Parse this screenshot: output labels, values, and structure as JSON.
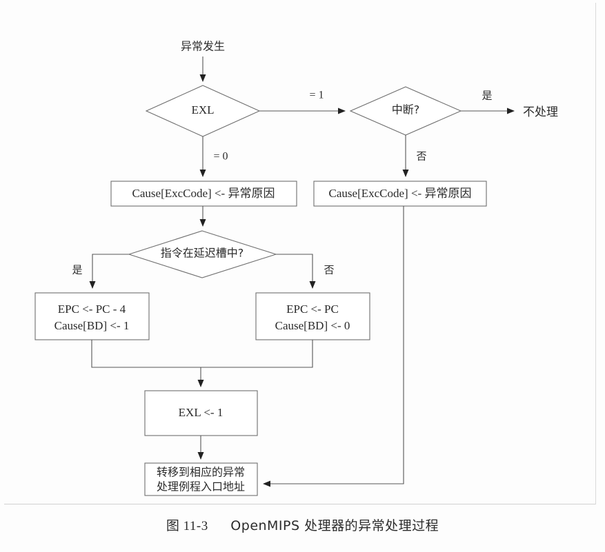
{
  "figure": {
    "caption_number": "图 11-3",
    "caption_text": "OpenMIPS 处理器的异常处理过程"
  },
  "colors": {
    "background": "#fdfdfd",
    "shape_stroke": "#6e6e6e",
    "connector_stroke": "#555555",
    "text": "#2b2b2b"
  },
  "flowchart": {
    "type": "flowchart",
    "start_label": "异常发生",
    "terminal_label": "不处理",
    "nodes": [
      {
        "id": "start",
        "kind": "label",
        "text": "异常发生"
      },
      {
        "id": "exl_check",
        "kind": "decision",
        "text": "EXL"
      },
      {
        "id": "interrupt_check",
        "kind": "decision",
        "text": "中断?"
      },
      {
        "id": "ignore",
        "kind": "terminal",
        "text": "不处理"
      },
      {
        "id": "cause_left",
        "kind": "process",
        "text": "Cause[ExcCode] <- 异常原因"
      },
      {
        "id": "cause_right",
        "kind": "process",
        "text": "Cause[ExcCode] <- 异常原因"
      },
      {
        "id": "delay_slot_check",
        "kind": "decision",
        "text": "指令在延迟槽中?"
      },
      {
        "id": "epc_minus4",
        "kind": "process",
        "line1": "EPC <- PC - 4",
        "line2": "Cause[BD] <- 1"
      },
      {
        "id": "epc_pc",
        "kind": "process",
        "line1": "EPC <- PC",
        "line2": "Cause[BD] <- 0"
      },
      {
        "id": "exl_set",
        "kind": "process",
        "text": "EXL <- 1"
      },
      {
        "id": "jump_handler",
        "kind": "process",
        "line1": "转移到相应的异常",
        "line2": "处理例程入口地址"
      }
    ],
    "edges": [
      {
        "from": "start",
        "to": "exl_check",
        "label": ""
      },
      {
        "from": "exl_check",
        "to": "interrupt_check",
        "label": "= 1"
      },
      {
        "from": "exl_check",
        "to": "cause_left",
        "label": "= 0"
      },
      {
        "from": "interrupt_check",
        "to": "ignore",
        "label": "是"
      },
      {
        "from": "interrupt_check",
        "to": "cause_right",
        "label": "否"
      },
      {
        "from": "cause_left",
        "to": "delay_slot_check",
        "label": ""
      },
      {
        "from": "delay_slot_check",
        "to": "epc_minus4",
        "label": "是"
      },
      {
        "from": "delay_slot_check",
        "to": "epc_pc",
        "label": "否"
      },
      {
        "from": "epc_minus4",
        "to": "exl_set",
        "label": ""
      },
      {
        "from": "epc_pc",
        "to": "exl_set",
        "label": ""
      },
      {
        "from": "exl_set",
        "to": "jump_handler",
        "label": ""
      },
      {
        "from": "cause_right",
        "to": "jump_handler",
        "label": ""
      }
    ],
    "edge_labels": {
      "exl_eq_1": "= 1",
      "exl_eq_0": "= 0",
      "interrupt_yes": "是",
      "interrupt_no": "否",
      "delay_yes": "是",
      "delay_no": "否"
    }
  }
}
